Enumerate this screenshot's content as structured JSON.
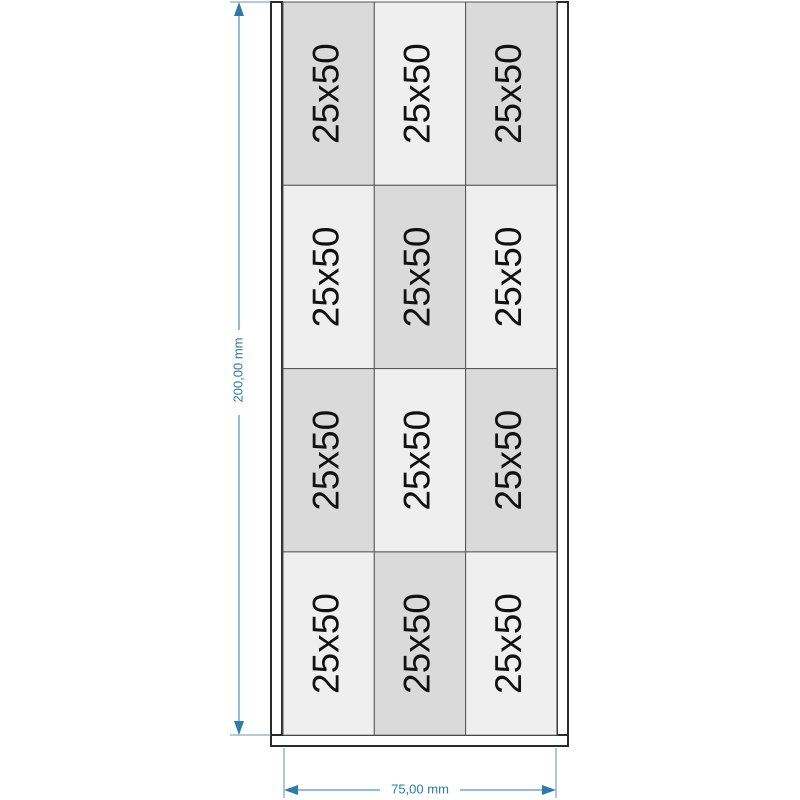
{
  "tray": {
    "rows": [
      [
        {
          "label": "25x50",
          "shade": "dark"
        },
        {
          "label": "25x50",
          "shade": "light"
        },
        {
          "label": "25x50",
          "shade": "dark"
        }
      ],
      [
        {
          "label": "25x50",
          "shade": "light"
        },
        {
          "label": "25x50",
          "shade": "dark"
        },
        {
          "label": "25x50",
          "shade": "light"
        }
      ],
      [
        {
          "label": "25x50",
          "shade": "dark"
        },
        {
          "label": "25x50",
          "shade": "light"
        },
        {
          "label": "25x50",
          "shade": "dark"
        }
      ],
      [
        {
          "label": "25x50",
          "shade": "light"
        },
        {
          "label": "25x50",
          "shade": "dark"
        },
        {
          "label": "25x50",
          "shade": "light"
        }
      ]
    ]
  },
  "dimensions": {
    "height_label": "200,00 mm",
    "width_label": "75,00 mm"
  },
  "colors": {
    "dark_cell": "#dadada",
    "light_cell": "#efefef",
    "dimension": "#2e7aa8",
    "frame": "#2b2b2b",
    "grid": "#555555"
  }
}
